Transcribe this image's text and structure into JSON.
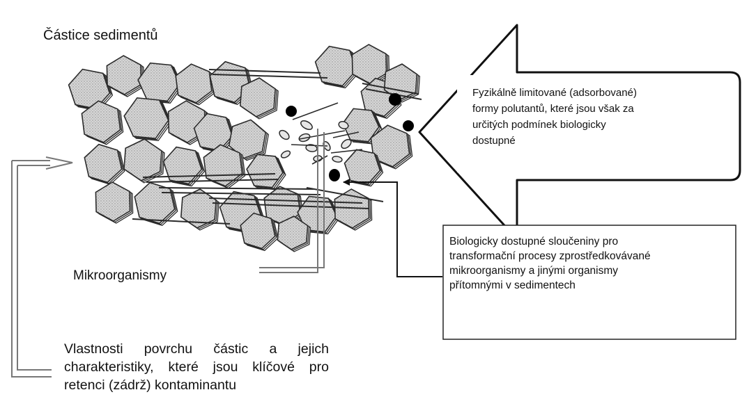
{
  "labels": {
    "sediment_particles": "Částice sedimentů",
    "microorganisms": "Mikroorganismy"
  },
  "callouts": {
    "physically_limited": [
      "Fyzikálně limitované (adsorbované)",
      "formy polutantů, které jsou však za",
      "určitých podmínek biologicky",
      "dostupné"
    ],
    "bioavailable": [
      "Biologicky dostupné sloučeniny pro",
      "transformační procesy zprostředkovávané",
      "mikroorganismy a jinými organismy",
      "přítomnými v sedimentech"
    ],
    "surface_properties": [
      "Vlastnosti povrchu částic a jejich",
      "charakteristiky, které jsou klíčové pro",
      "retenci (zádrž) kontaminantu"
    ]
  },
  "colors": {
    "particle_fill": "#cfcfcf",
    "outline": "#2a2a2a",
    "line": "#6e6e6e",
    "pollutant": "#000000"
  }
}
